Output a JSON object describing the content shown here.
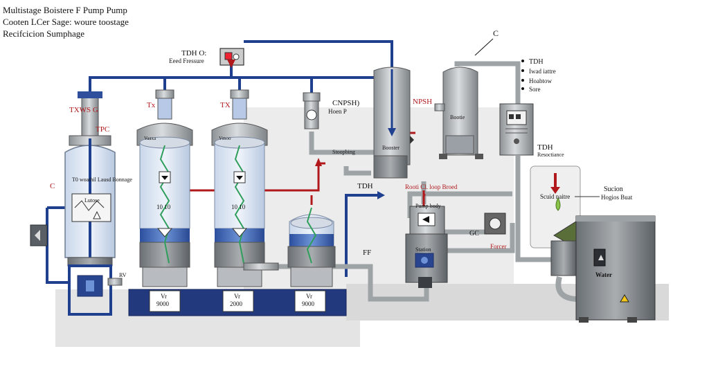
{
  "header": {
    "line1": "Multistage Boistere F Pump Pump",
    "line2": "Cooten LCer Sage: woure toostage",
    "line3": "Recifcicion Sumphage"
  },
  "labels": {
    "tdh_top": "TDH O:",
    "feed_pressure": "Eeed Fressure",
    "c_top": "C",
    "txws": "TXWS G",
    "tpc": "TPC",
    "c_left": "C",
    "tx1": "Tx",
    "tx2": "TX",
    "vessel1_title": "T0 woathil Lausd Bonnage",
    "vessel1_inner": "Lutose",
    "npsh_q": "CNPSH)",
    "hoen_p": "Hoen P",
    "npsh": "NPSH",
    "bootie": "Bootie",
    "stooping": "Stoopbing",
    "booster": "Booster",
    "tdh_mid": "TDH",
    "rooti_loop": "Rooti Cl. loop Broed",
    "p_small": "P",
    "pump_body": "Pump body",
    "ff": "FF",
    "gc": "GC",
    "forcer": "Forcer",
    "station": "Station",
    "tdh_right": "TDH",
    "resonance": "Resoctiance",
    "solid": "Scuid naitre",
    "suction": "Sucion",
    "hogion": "Hogios Buat",
    "water": "Water",
    "rv": "RV"
  },
  "vessels": [
    {
      "top": "Vaaxa",
      "mid": "10 10",
      "base_a": "Vr",
      "base_b": "9000"
    },
    {
      "top": "Vmoo",
      "mid": "10 10",
      "base_a": "Vr",
      "base_b": "2000"
    },
    {
      "top": "",
      "mid": "",
      "base_a": "Vr",
      "base_b": "9000"
    }
  ],
  "legend": [
    {
      "label": "TDH"
    },
    {
      "label": "Iwad iattre"
    },
    {
      "label": "Hoabtow"
    },
    {
      "label": "Sore"
    }
  ],
  "colors": {
    "blue_pipe": "#1f3f8f",
    "red_pipe": "#b0181c",
    "grey_pipe": "#9ea3a6",
    "base_navy": "#23397d",
    "green_drop": "#8bc34a"
  }
}
